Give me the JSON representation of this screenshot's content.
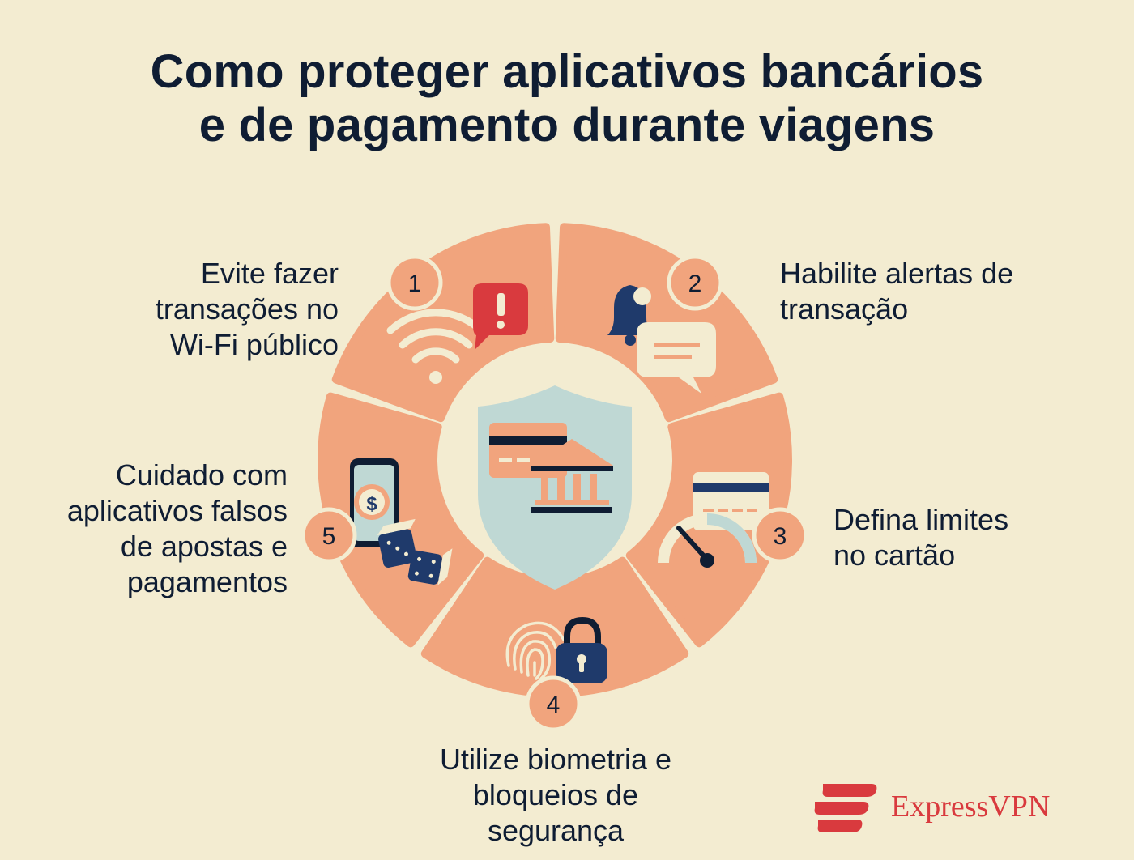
{
  "title": {
    "line1": "Como proteger aplicativos bancários",
    "line2": "e de pagamento durante viagens"
  },
  "steps": [
    {
      "number": "1",
      "lines": [
        "Evite fazer",
        "transações no",
        "Wi-Fi público"
      ],
      "icon": "wifi-warning-icon"
    },
    {
      "number": "2",
      "lines": [
        "Habilite alertas de",
        "transação"
      ],
      "icon": "bell-message-icon"
    },
    {
      "number": "3",
      "lines": [
        "Defina limites",
        "no cartão"
      ],
      "icon": "card-gauge-icon"
    },
    {
      "number": "4",
      "lines": [
        "Utilize biometria e",
        "bloqueios de",
        "segurança"
      ],
      "icon": "fingerprint-lock-icon"
    },
    {
      "number": "5",
      "lines": [
        "Cuidado com",
        "aplicativos falsos",
        "de apostas e",
        "pagamentos"
      ],
      "icon": "phone-dice-icon"
    }
  ],
  "center_icon": "bank-shield-icon",
  "brand": {
    "name": "ExpressVPN"
  },
  "colors": {
    "background": "#f3ecd1",
    "segment": "#f1a47d",
    "navy": "#0f1d33",
    "accent_red": "#d93a3e",
    "shield": "#bfd8d4"
  }
}
